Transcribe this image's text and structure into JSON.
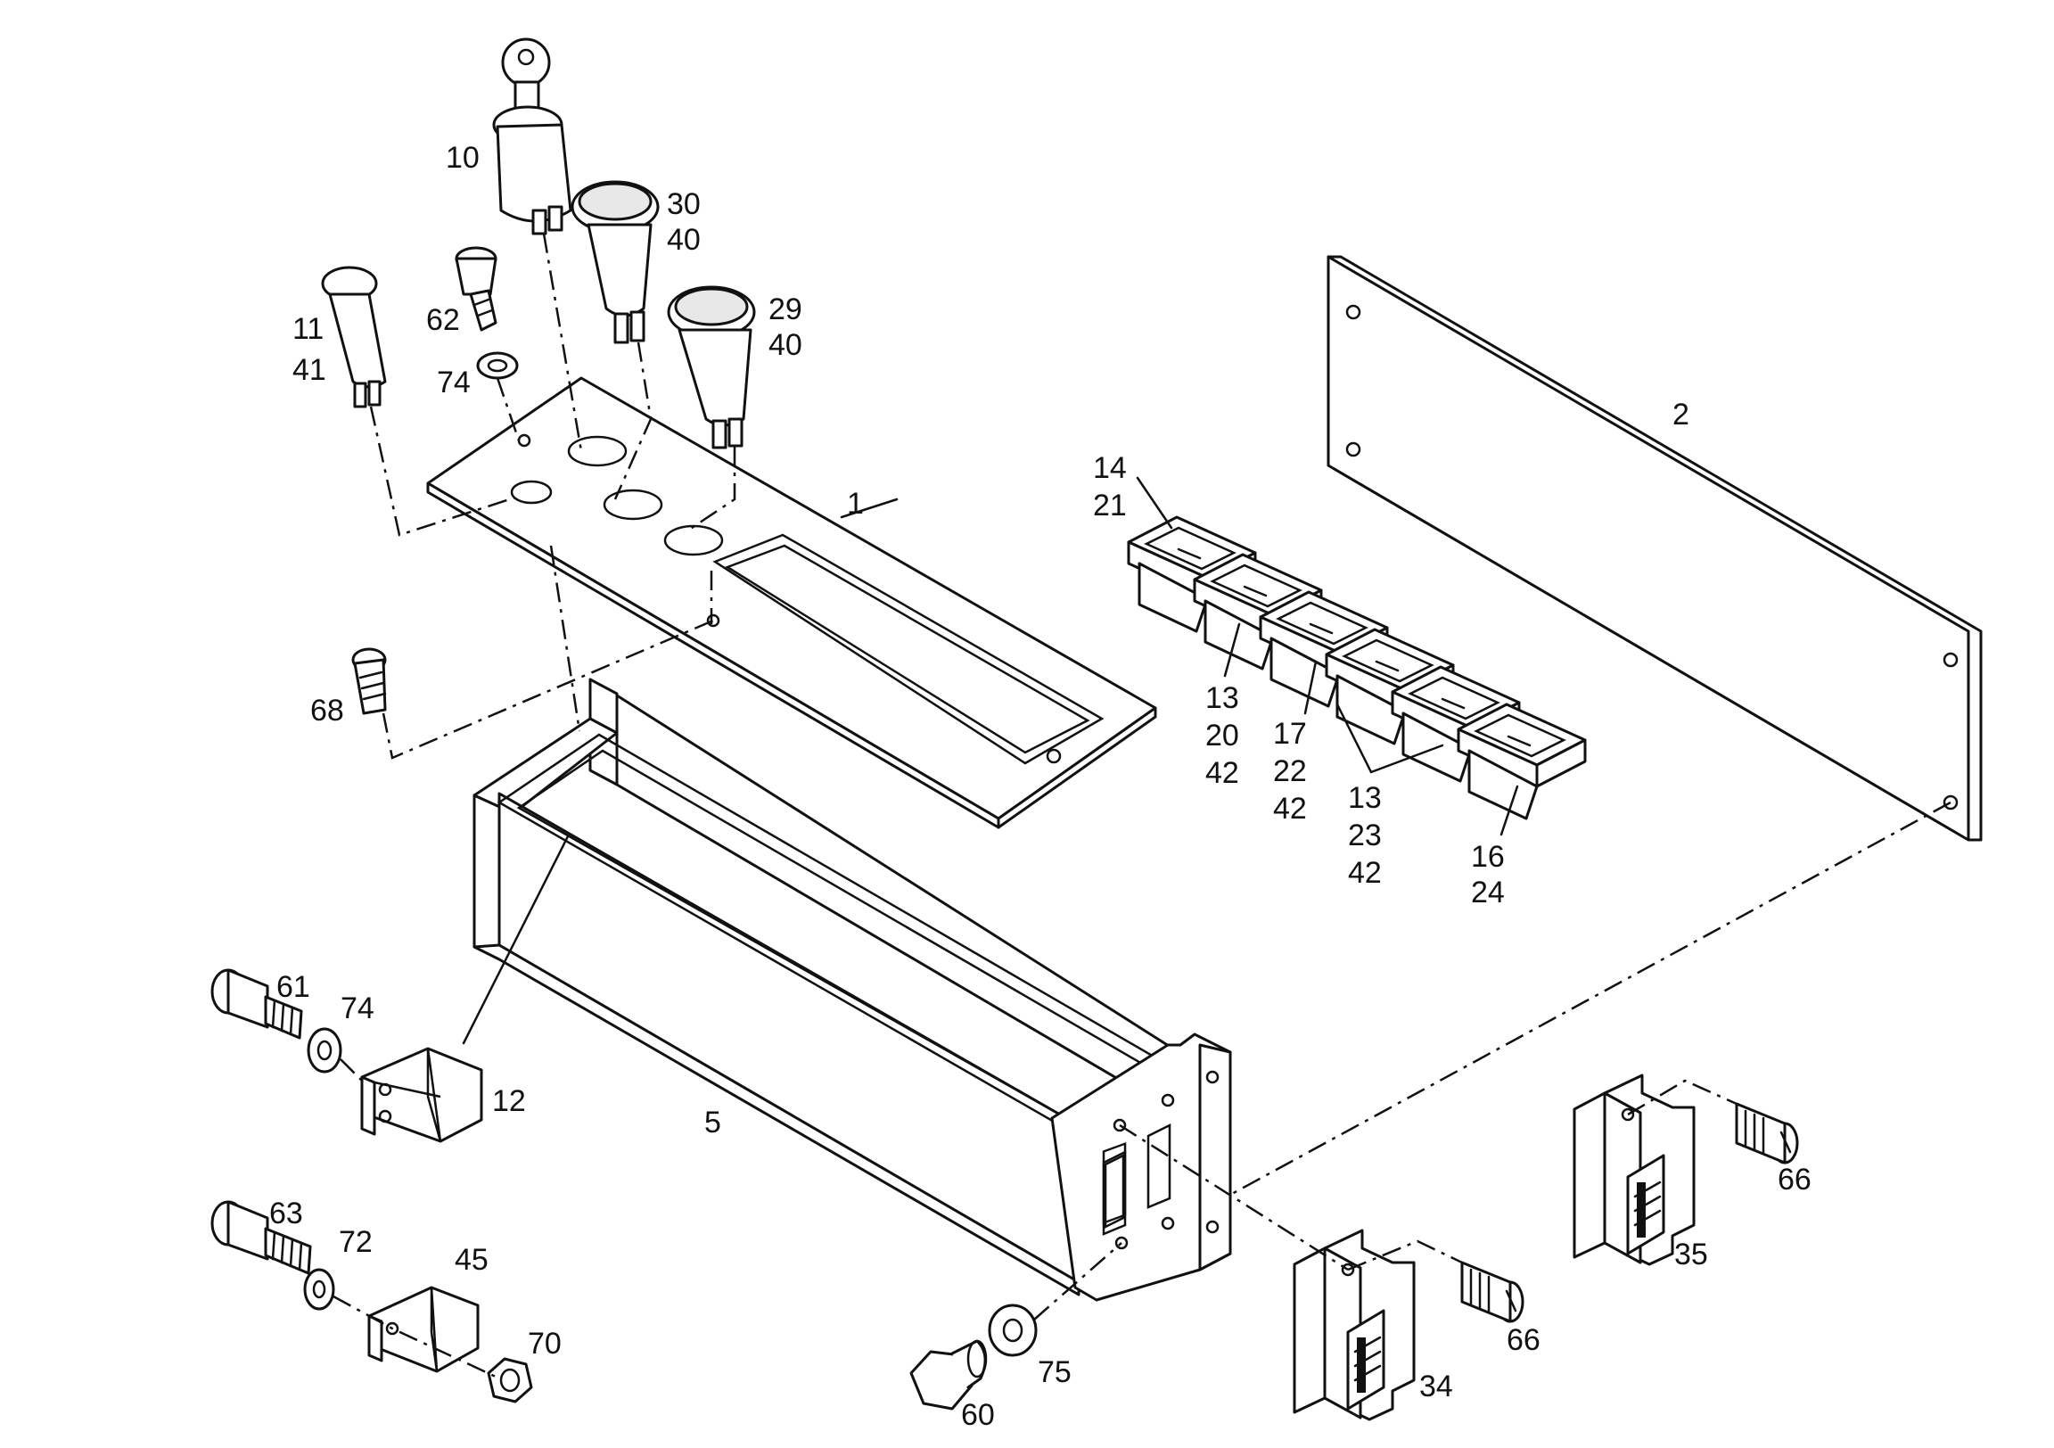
{
  "callouts": {
    "p1": "1",
    "p2": "2",
    "p5": "5",
    "p10": "10",
    "p12": "12",
    "p30": "30",
    "p30b": "40",
    "p29": "29",
    "p29b": "40",
    "p11": "11",
    "p11b": "41",
    "p62": "62",
    "p74a": "74",
    "p68": "68",
    "p14": "14",
    "p14b": "21",
    "p13a": "13",
    "p13a2": "20",
    "p13a3": "42",
    "p17": "17",
    "p17b": "22",
    "p17c": "42",
    "p13b": "13",
    "p13b2": "23",
    "p13b3": "42",
    "p16": "16",
    "p16b": "24",
    "p61": "61",
    "p74b": "74",
    "p63": "63",
    "p72": "72",
    "p45": "45",
    "p70": "70",
    "p60": "60",
    "p75": "75",
    "p34": "34",
    "p35": "35",
    "p66a": "66",
    "p66b": "66"
  },
  "icons": {
    "key_switch": "key-switch-icon",
    "pilot_light": "pilot-light-icon",
    "rocker_switch": "rocker-switch-icon",
    "connector": "connector-block-icon",
    "screw": "screw-icon",
    "washer": "washer-icon",
    "nut": "hex-nut-icon",
    "bracket": "bracket-icon"
  }
}
